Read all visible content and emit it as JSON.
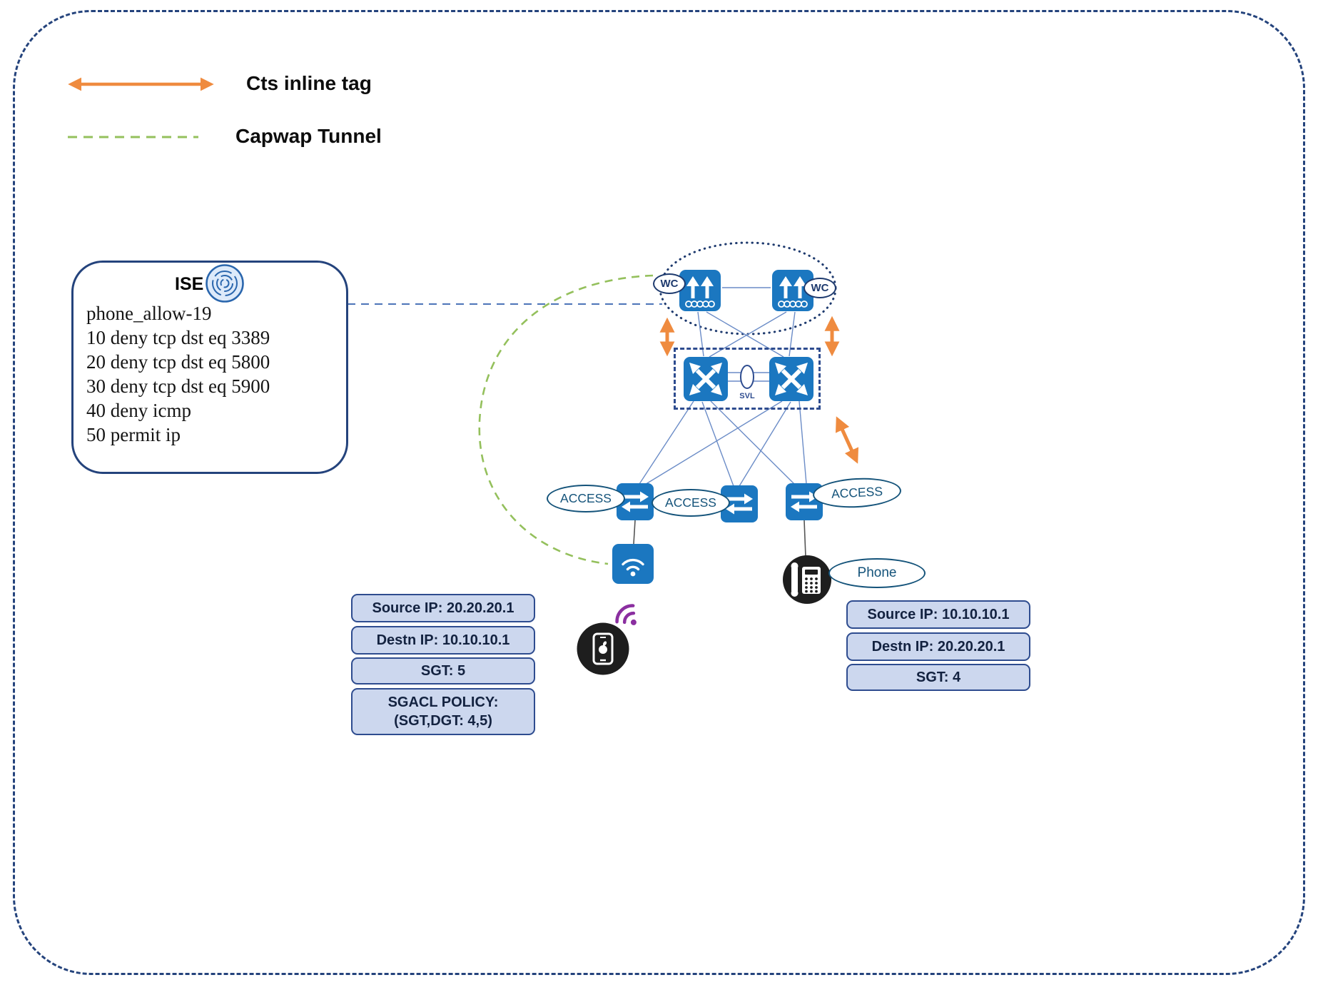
{
  "colors": {
    "navy": "#24437c",
    "orange": "#ef8b3f",
    "capwap_green": "#94c05c",
    "cisco_blue": "#1b77c0",
    "info_fill": "#ccd7ee",
    "purple": "#8b2fa0"
  },
  "legend": {
    "cts_label": "Cts inline tag",
    "capwap_label": "Capwap Tunnel"
  },
  "ise": {
    "title": "ISE",
    "acl_lines": [
      "phone_allow-19",
      "10 deny tcp dst eq 3389",
      "20 deny tcp dst eq 5800",
      "30 deny tcp dst eq 5900",
      "40 deny icmp",
      "50 permit ip"
    ]
  },
  "network": {
    "wc_label": "WC",
    "svl_label": "SVL",
    "access_labels": [
      "ACCESS",
      "ACCESS",
      "ACCESS"
    ],
    "phone_label": "Phone"
  },
  "wireless_flow": {
    "rows": [
      "Source IP: 20.20.20.1",
      "Destn IP: 10.10.10.1",
      "SGT: 5"
    ],
    "policy_line1": "SGACL POLICY:",
    "policy_line2": "(SGT,DGT: 4,5)"
  },
  "wired_flow": {
    "rows": [
      "Source IP: 10.10.10.1",
      "Destn IP: 20.20.20.1",
      "SGT: 4"
    ]
  }
}
